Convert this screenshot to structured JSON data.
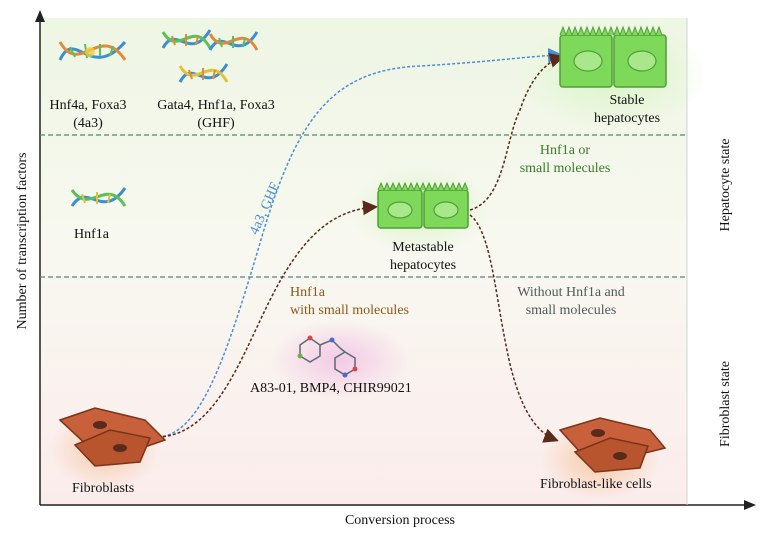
{
  "axes": {
    "y_label": "Number of transcription factors",
    "x_label": "Conversion process"
  },
  "states": {
    "hepatocyte": "Hepatocyte state",
    "fibroblast": "Fibroblast state"
  },
  "factors": {
    "set1_line1": "Hnf4a, Foxa3",
    "set1_line2": "(4a3)",
    "set2_line1": "Gata4, Hnf1a, Foxa3",
    "set2_line2": "(GHF)",
    "single": "Hnf1a"
  },
  "cells": {
    "stable_line1": "Stable",
    "stable_line2": "hepatocytes",
    "metastable_line1": "Metastable",
    "metastable_line2": "hepatocytes",
    "fibroblasts": "Fibroblasts",
    "fibroblast_like": "Fibroblast-like cells"
  },
  "paths": {
    "direct": "4a3, GHF",
    "stabilize_line1": "Hnf1a or",
    "stabilize_line2": "small molecules",
    "revert_line1": "Without Hnf1a and",
    "revert_line2": "small molecules",
    "chemical_line1": "Hnf1a",
    "chemical_line2": "with small molecules",
    "compounds": "A83-01, BMP4, CHIR99021"
  },
  "colors": {
    "hepatocyte_zone": "#eef6e6",
    "fibroblast_zone": "#fbeeee",
    "hepatocyte_cell": "#7ed85a",
    "fibroblast_cell": "#c8603c",
    "direct_path": "#4b8ed6",
    "chemical_path": "#5a2a1a",
    "divider": "#4f8a6a"
  }
}
